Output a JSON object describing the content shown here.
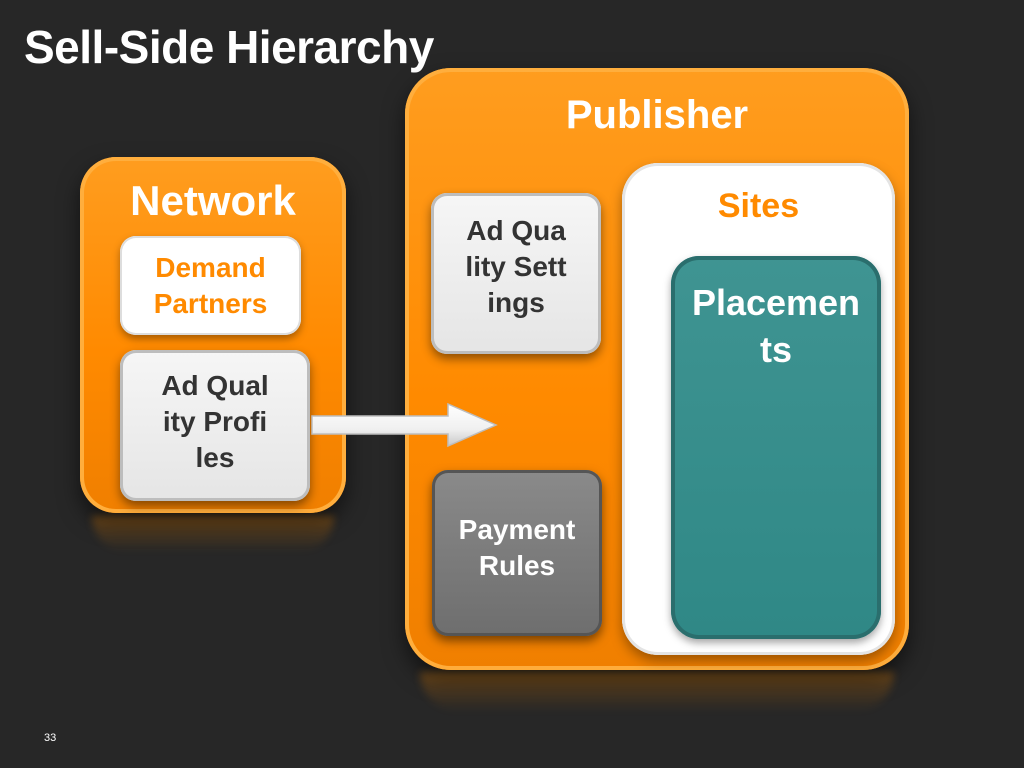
{
  "slide": {
    "title": "Sell-Side Hierarchy",
    "page_number": "33"
  },
  "network": {
    "label": "Network",
    "demand_partners": "Demand Partners",
    "ad_quality_profiles": "Ad Quality Profiles"
  },
  "publisher": {
    "label": "Publisher",
    "ad_quality_settings": "Ad Quality Settings",
    "payment_rules": "Payment Rules",
    "sites": {
      "label": "Sites",
      "placements": "Placements"
    }
  },
  "colors": {
    "orange": "#ff8a00",
    "teal": "#2f8886",
    "background": "#272727"
  }
}
